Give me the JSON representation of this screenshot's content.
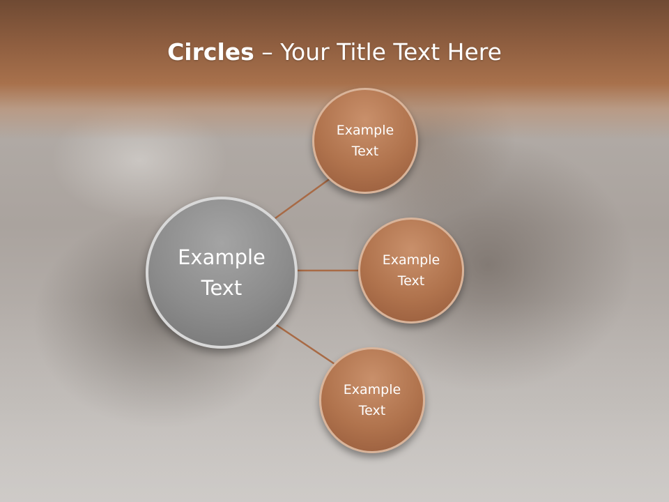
{
  "title": {
    "bold": "Circles",
    "rest": " – Your Title Text Here"
  },
  "center": {
    "label": "Example\nText"
  },
  "satellites": [
    {
      "label": "Example\nText"
    },
    {
      "label": "Example\nText"
    },
    {
      "label": "Example\nText"
    }
  ],
  "colors": {
    "header": "#8d5d3f",
    "satellite_fill": "#b0734d",
    "center_fill": "#8c8c8c",
    "connector": "#b0734d"
  }
}
